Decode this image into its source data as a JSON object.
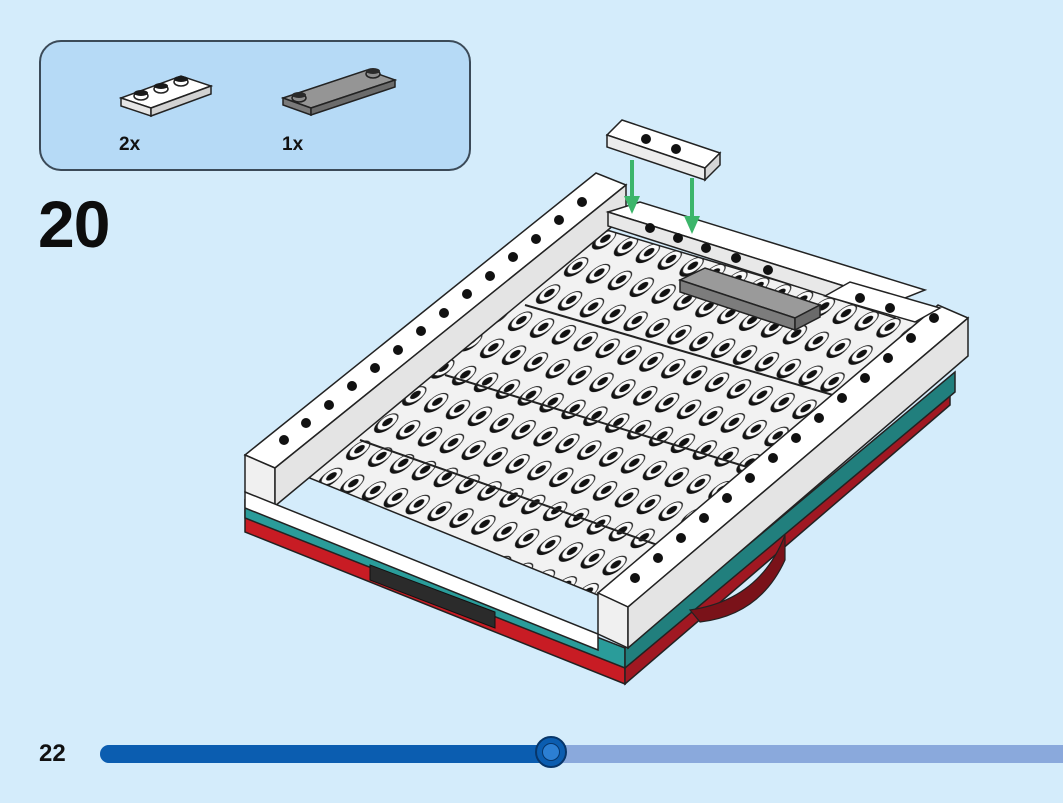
{
  "parts": [
    {
      "name": "white-plate-1x3",
      "quantity": "2x",
      "color": "#ffffff"
    },
    {
      "name": "gray-plate-1x4",
      "quantity": "1x",
      "color": "#8f8f8f"
    }
  ],
  "step": {
    "number": "20"
  },
  "page": {
    "number": "22",
    "progress_fraction": 0.47
  },
  "colors": {
    "background": "#d4ecfb",
    "parts_panel": "#b6daf6",
    "progress_fill": "#0b5db0",
    "progress_track": "#8aa9dc",
    "arrow": "#3cb56a",
    "teal_layer": "#2a9c9a",
    "red_layer": "#c81c24"
  }
}
